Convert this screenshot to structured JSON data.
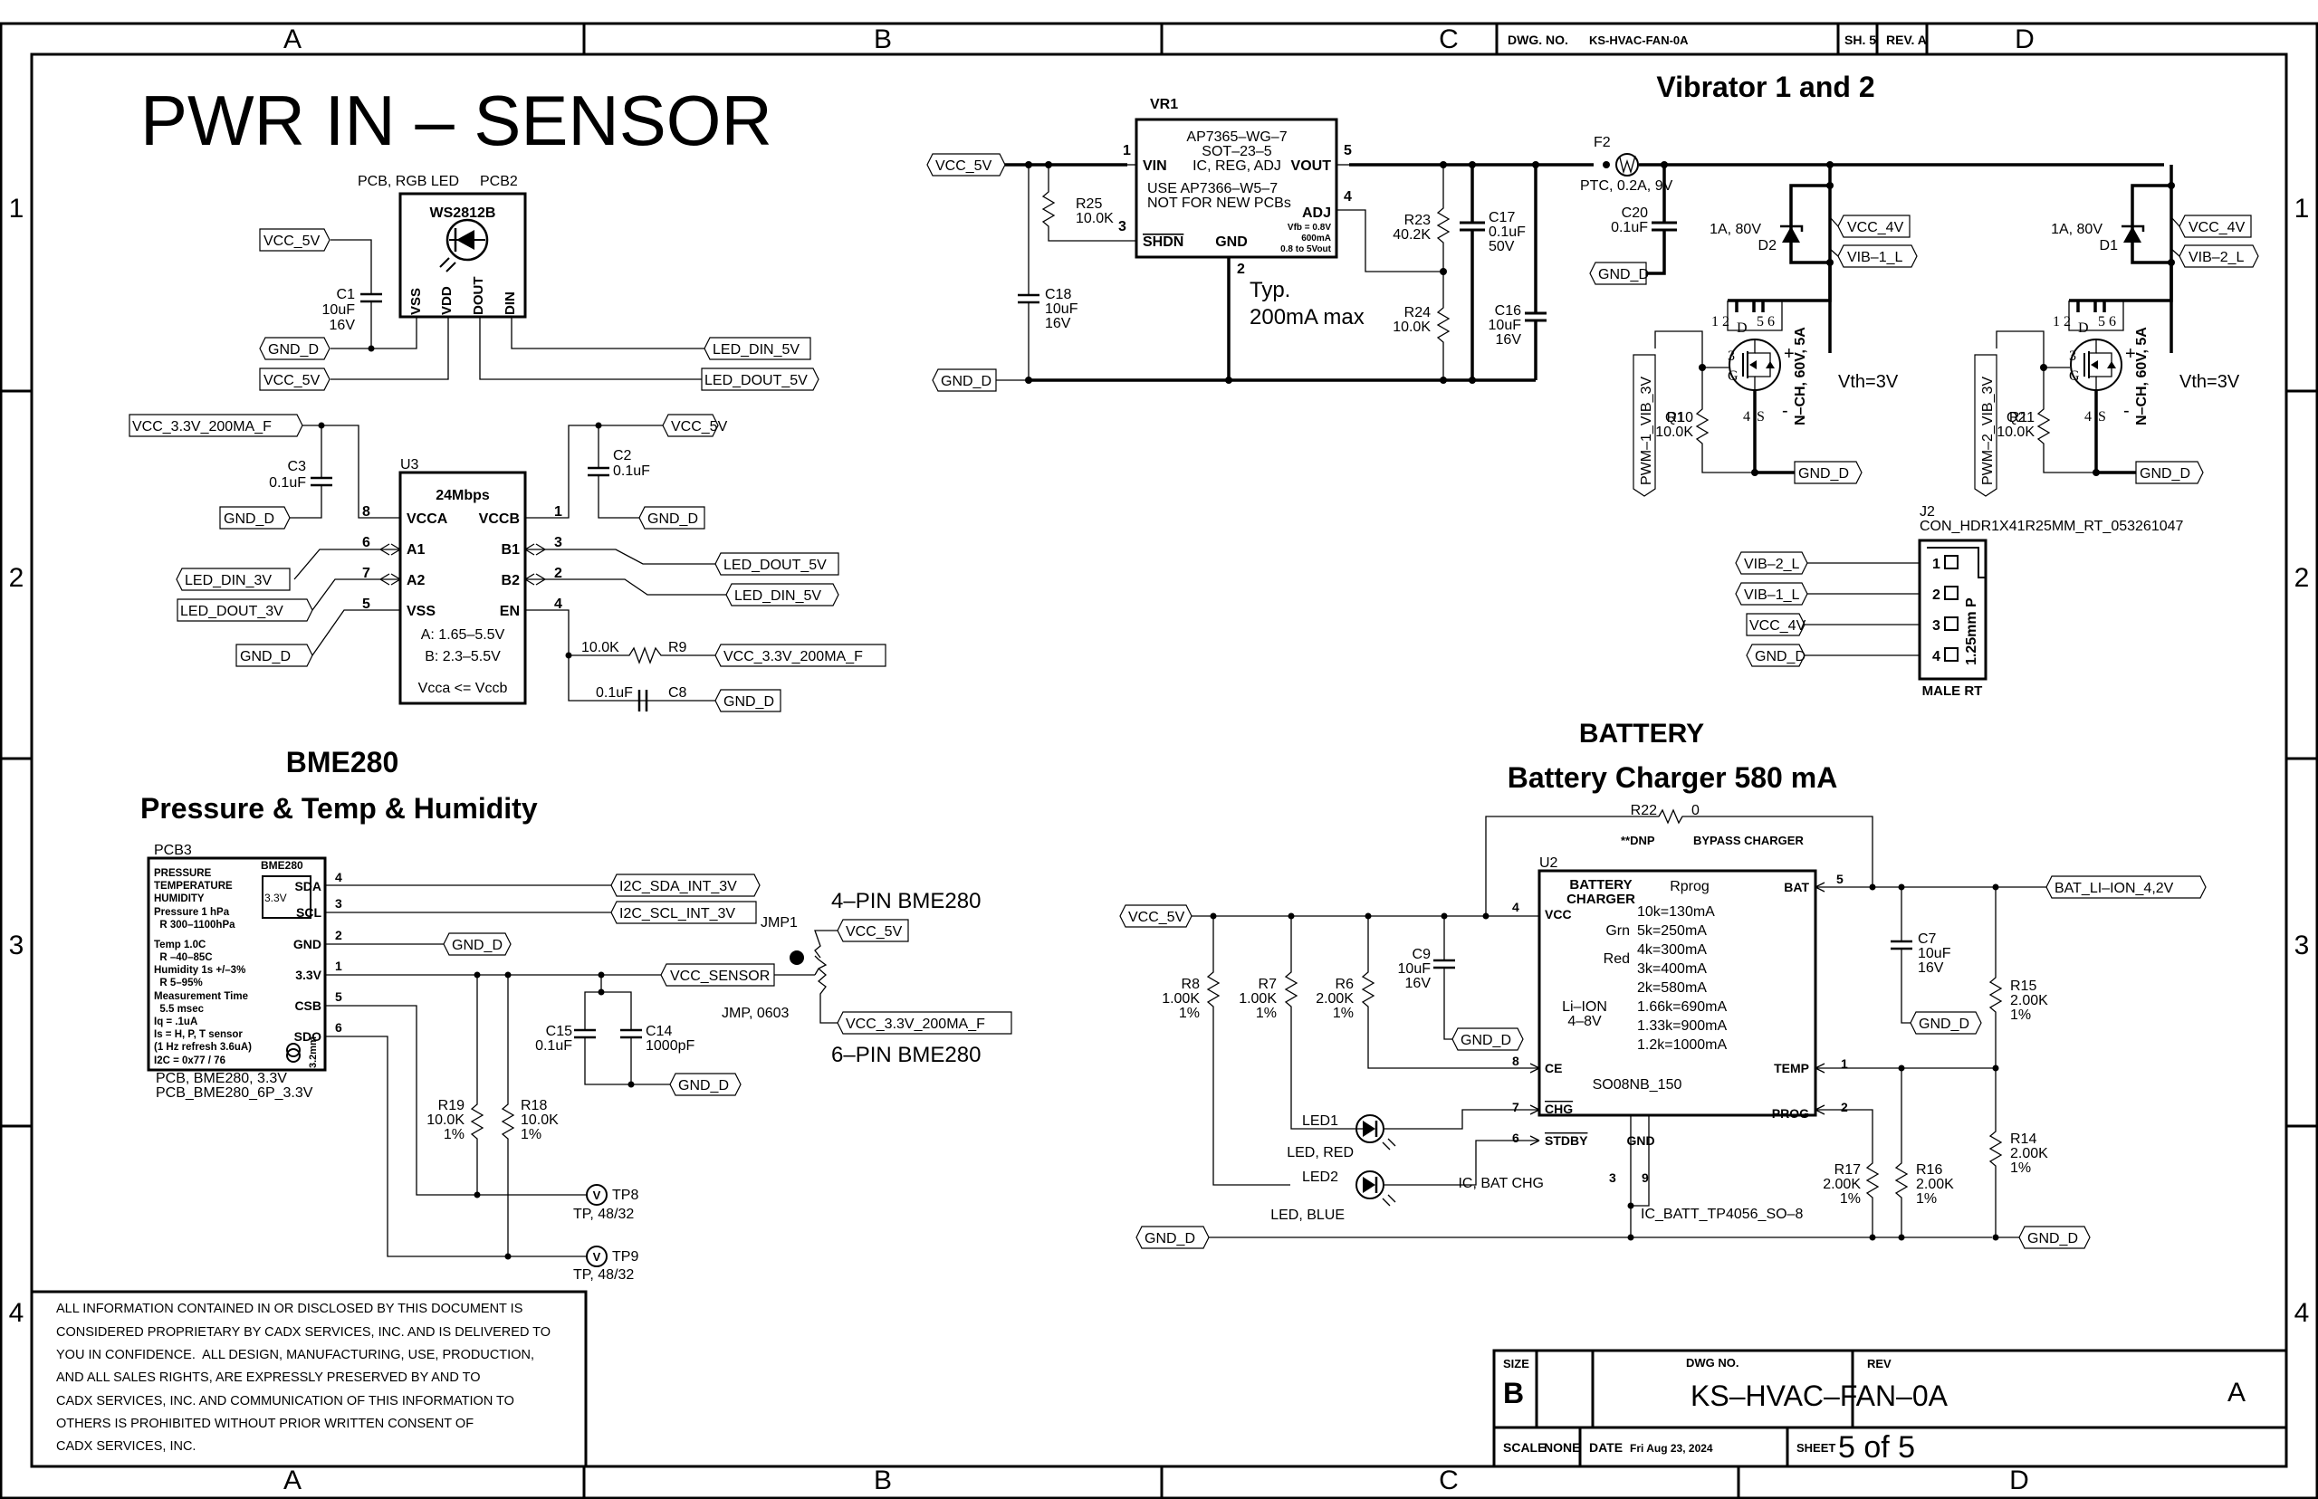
{
  "frame": {
    "columns_top": [
      "A",
      "B",
      "C",
      "D"
    ],
    "columns_bottom": [
      "A",
      "B",
      "C",
      "D"
    ],
    "rows_left": [
      "1",
      "2",
      "3",
      "4"
    ],
    "rows_right": [
      "1",
      "2",
      "3",
      "4"
    ],
    "header_dwg_label": "DWG. NO.",
    "header_dwg_no": "KS-HVAC-FAN-0A",
    "header_sheet": "SH.  5",
    "header_rev": "REV. A"
  },
  "title": "PWR IN – SENSOR",
  "rgb_led": {
    "ref": "PCB2",
    "desc": "PCB, RGB LED",
    "part": "WS2812B",
    "pins": [
      "VSS",
      "VDD",
      "DOUT",
      "DIN"
    ],
    "c1": {
      "ref": "C1",
      "value": "10uF",
      "voltage": "16V"
    },
    "ports": {
      "vcc_top": "VCC_5V",
      "gnd": "GND_D",
      "vcc_bottom": "VCC_5V",
      "din": "LED_DIN_5V",
      "dout": "LED_DOUT_5V"
    }
  },
  "level_shifter": {
    "ref": "U3",
    "rate": "24Mbps",
    "left_pins": [
      {
        "num": "8",
        "name": "VCCA"
      },
      {
        "num": "6",
        "name": "A1"
      },
      {
        "num": "7",
        "name": "A2"
      },
      {
        "num": "5",
        "name": "VSS"
      }
    ],
    "right_pins": [
      {
        "num": "1",
        "name": "VCCB"
      },
      {
        "num": "3",
        "name": "B1"
      },
      {
        "num": "2",
        "name": "B2"
      },
      {
        "num": "4",
        "name": "EN"
      }
    ],
    "notes": [
      "A: 1.65–5.5V",
      "B: 2.3–5.5V",
      "Vcca <= Vccb"
    ],
    "c3": {
      "ref": "C3",
      "value": "0.1uF"
    },
    "c2": {
      "ref": "C2",
      "value": "0.1uF"
    },
    "r9": {
      "ref": "R9",
      "value": "10.0K"
    },
    "c8": {
      "ref": "C8",
      "value": "0.1uF"
    },
    "ports": {
      "vcc33": "VCC_3.3V_200MA_F",
      "gnd_c3": "GND_D",
      "led_din_3v": "LED_DIN_3V",
      "led_dout_3v": "LED_DOUT_3V",
      "gnd_vss": "GND_D",
      "vcc5": "VCC_5V",
      "gnd_c2": "GND_D",
      "led_dout_5v": "LED_DOUT_5V",
      "led_din_5v": "LED_DIN_5V",
      "vcc33_r9": "VCC_3.3V_200MA_F",
      "gnd_c8": "GND_D"
    }
  },
  "regulator": {
    "ref": "VR1",
    "part_lines": [
      "AP7365–WG–7",
      "SOT–23–5",
      "IC, REG, ADJ"
    ],
    "note_lines": [
      "USE AP7366–W5–7",
      "NOT FOR NEW PCBs"
    ],
    "pins": {
      "vin": "VIN",
      "vout": "VOUT",
      "adj": "ADJ",
      "shdn": "SHDN",
      "gnd": "GND"
    },
    "pin_nums": {
      "vin": "1",
      "vout": "5",
      "adj": "4",
      "shdn": "3",
      "gnd": "2"
    },
    "spec_lines": [
      "Vfb = 0.8V",
      "600mA",
      "0.8 to 5Vout"
    ],
    "typ_note": [
      "Typ.",
      "200mA max"
    ],
    "r25": {
      "ref": "R25",
      "value": "10.0K"
    },
    "c18": {
      "ref": "C18",
      "value": "10uF",
      "voltage": "16V"
    },
    "r23": {
      "ref": "R23",
      "value": "40.2K"
    },
    "r24": {
      "ref": "R24",
      "value": "10.0K"
    },
    "c17": {
      "ref": "C17",
      "value": "0.1uF",
      "voltage": "50V"
    },
    "c16": {
      "ref": "C16",
      "value": "10uF",
      "voltage": "16V"
    },
    "ports": {
      "vcc": "VCC_5V",
      "gnd": "GND_D"
    }
  },
  "vibrator": {
    "title": "Vibrator 1 and 2",
    "f2": {
      "ref": "F2",
      "desc": "PTC, 0.2A, 9V"
    },
    "c20": {
      "ref": "C20",
      "value": "0.1uF"
    },
    "gnd_c20": "GND_D",
    "channels": [
      {
        "diode": "D2",
        "diode_rating": "1A, 80V",
        "vcc": "VCC_4V",
        "vib": "VIB–1_L",
        "pwm": "PWM–1_VIB_3V",
        "r": "R10",
        "r_value": "10.0K",
        "q": "Q1",
        "gnd": "GND_D"
      },
      {
        "diode": "D1",
        "diode_rating": "1A, 80V",
        "vcc": "VCC_4V",
        "vib": "VIB–2_L",
        "pwm": "PWM–2_VIB_3V",
        "r": "R11",
        "r_value": "10.0K",
        "q": "Q2",
        "gnd": "GND_D"
      }
    ],
    "mosfet_desc": "N–CH, 60V, 5A",
    "vth": "Vth=3V",
    "mosfet_pins": {
      "d": "D",
      "g": "G",
      "s": "S",
      "drain_nums": [
        "1",
        "2",
        "5",
        "6"
      ],
      "gate": "3",
      "source": "4"
    }
  },
  "connector": {
    "ref": "J2",
    "part": "CON_HDR1X41R25MM_RT_053261047",
    "pitch": "1.25mm P",
    "type": "MALE RT",
    "pins": [
      {
        "num": "1",
        "net": "VIB–2_L"
      },
      {
        "num": "2",
        "net": "VIB–1_L"
      },
      {
        "num": "3",
        "net": "VCC_4V"
      },
      {
        "num": "4",
        "net": "GND_D"
      }
    ]
  },
  "bme280": {
    "heading": "BME280",
    "subheading": "Pressure & Temp & Humidity",
    "ref": "PCB3",
    "part": "BME280",
    "box_voltage": "3.3V",
    "spec_lines": [
      "PRESSURE",
      "TEMPERATURE",
      "HUMIDITY",
      "Pressure 1 hPa",
      "  R 300–1100hPa",
      "Temp 1.0C",
      "  R –40–85C",
      "Humidity  1s +/–3%",
      "  R 5–95%",
      "Measurement Time",
      "  5.5 msec",
      "Iq = .1uA",
      "Is = H, P, T sensor",
      "(1 Hz refresh 3.6uA)",
      "I2C = 0x77 / 76"
    ],
    "hole_label": "3.2mm",
    "pins": [
      {
        "num": "4",
        "name": "SDA"
      },
      {
        "num": "3",
        "name": "SCL"
      },
      {
        "num": "2",
        "name": "GND"
      },
      {
        "num": "1",
        "name": "3.3V"
      },
      {
        "num": "5",
        "name": "CSB"
      },
      {
        "num": "6",
        "name": "SDO"
      }
    ],
    "footer": [
      "PCB, BME280, 3.3V",
      "PCB_BME280_6P_3.3V"
    ],
    "ports": {
      "sda": "I2C_SDA_INT_3V",
      "scl": "I2C_SCL_INT_3V",
      "gnd": "GND_D",
      "vcc_sensor": "VCC_SENSOR",
      "gnd_caps": "GND_D",
      "jmp_5v": "VCC_5V",
      "jmp_33": "VCC_3.3V_200MA_F"
    },
    "jmp": {
      "ref": "JMP1",
      "desc": "JMP, 0603",
      "label_4pin": "4–PIN BME280",
      "label_6pin": "6–PIN BME280"
    },
    "c15": {
      "ref": "C15",
      "value": "0.1uF"
    },
    "c14": {
      "ref": "C14",
      "value": "1000pF"
    },
    "r19": {
      "ref": "R19",
      "value": "10.0K",
      "tol": "1%"
    },
    "r18": {
      "ref": "R18",
      "value": "10.0K",
      "tol": "1%"
    },
    "tp8": {
      "ref": "TP8",
      "desc": "TP, 48/32",
      "glyph": "V"
    },
    "tp9": {
      "ref": "TP9",
      "desc": "TP, 48/32",
      "glyph": "V"
    }
  },
  "battery": {
    "heading": "BATTERY",
    "subheading": "Battery Charger 580 mA",
    "ref": "U2",
    "title_lines": [
      "BATTERY",
      "CHARGER"
    ],
    "rprog_title": "Rprog",
    "rprog_table": [
      "10k=130mA",
      "5k=250mA",
      "4k=300mA",
      "3k=400mA",
      "2k=580mA",
      "1.66k=690mA",
      "1.33k=900mA",
      "1.2k=1000mA"
    ],
    "grn": "Grn",
    "red": "Red",
    "liion": [
      "Li–ION",
      "4–8V"
    ],
    "package": "SO08NB_150",
    "pins_left": [
      {
        "num": "4",
        "name": "VCC"
      },
      {
        "num": "8",
        "name": "CE"
      },
      {
        "num": "7",
        "name": "CHG"
      },
      {
        "num": "6",
        "name": "STDBY"
      }
    ],
    "pins_right": [
      {
        "num": "5",
        "name": "BAT"
      },
      {
        "num": "1",
        "name": "TEMP"
      },
      {
        "num": "2",
        "name": "PROG"
      }
    ],
    "gnd_pin": {
      "name": "GND",
      "nums": [
        "3",
        "9"
      ]
    },
    "desc": "IC, BAT CHG",
    "part": "IC_BATT_TP4056_SO–8",
    "r22": {
      "ref": "R22",
      "value": "0",
      "note1": "**DNP",
      "note2": "BYPASS CHARGER"
    },
    "r8": {
      "ref": "R8",
      "value": "1.00K",
      "tol": "1%"
    },
    "r7": {
      "ref": "R7",
      "value": "1.00K",
      "tol": "1%"
    },
    "r6": {
      "ref": "R6",
      "value": "2.00K",
      "tol": "1%"
    },
    "c9": {
      "ref": "C9",
      "value": "10uF",
      "voltage": "16V"
    },
    "c7": {
      "ref": "C7",
      "value": "10uF",
      "voltage": "16V"
    },
    "r15": {
      "ref": "R15",
      "value": "2.00K",
      "tol": "1%"
    },
    "r14": {
      "ref": "R14",
      "value": "2.00K",
      "tol": "1%"
    },
    "r16": {
      "ref": "R16",
      "value": "2.00K",
      "tol": "1%"
    },
    "r17": {
      "ref": "R17",
      "value": "2.00K",
      "tol": "1%"
    },
    "led1": {
      "ref": "LED1",
      "desc": "LED, RED"
    },
    "led2": {
      "ref": "LED2",
      "desc": "LED, BLUE"
    },
    "ports": {
      "vcc": "VCC_5V",
      "gnd_left": "GND_D",
      "gnd_c9": "GND_D",
      "gnd_c7": "GND_D",
      "bat": "BAT_LI–ION_4,2V",
      "gnd_right": "GND_D"
    }
  },
  "notice": [
    "ALL INFORMATION CONTAINED IN OR DISCLOSED BY THIS DOCUMENT IS",
    "CONSIDERED PROPRIETARY BY CADX SERVICES, INC. AND IS DELIVERED TO",
    "YOU IN CONFIDENCE.  ALL DESIGN, MANUFACTURING, USE, PRODUCTION,",
    "AND ALL SALES RIGHTS, ARE EXPRESSLY PRESERVED BY AND TO",
    "CADX SERVICES, INC. AND COMMUNICATION OF THIS INFORMATION TO",
    "OTHERS IS PROHIBITED WITHOUT PRIOR WRITTEN CONSENT OF",
    "CADX SERVICES, INC."
  ],
  "title_block": {
    "size_label": "SIZE",
    "size": "B",
    "dwg_label": "DWG NO.",
    "dwg_no": "KS–HVAC–FAN–0A",
    "rev_label": "REV",
    "rev": "A",
    "scale_label": "SCALE",
    "scale": "NONE",
    "date_label": "DATE",
    "date": "Fri Aug 23, 2024",
    "sheet_label": "SHEET",
    "sheet": "5 of 5"
  }
}
